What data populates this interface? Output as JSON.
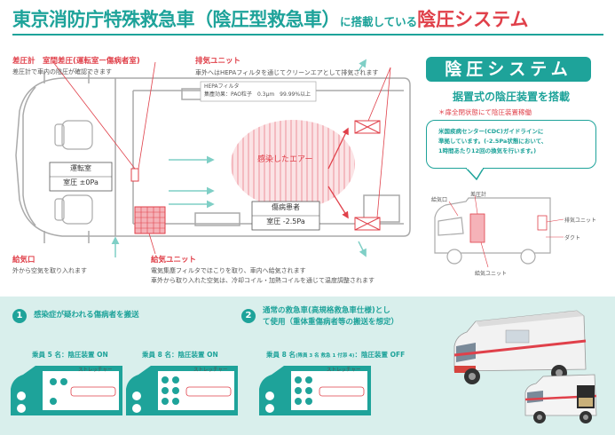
{
  "header": {
    "title_main": "東京消防庁特殊救急車（陰圧型救急車）",
    "title_connector": "に搭載している",
    "title_accent": "陰圧システム"
  },
  "colors": {
    "teal": "#1ea39a",
    "red": "#e0404a",
    "band": "#d9efec"
  },
  "main_diagram": {
    "label_pressure_diff": "差圧計　室間差圧(運転室ー傷病者室)",
    "desc_pressure_diff": "差圧計で車内の陰圧が確認できます",
    "label_exhaust": "排気ユニット",
    "desc_exhaust": "車外へはHEPAフィルタを通じてクリーンエアとして排気されます",
    "hepa_line1": "HEPAフィルタ",
    "hepa_line2": "集塵効果：PAO粒子　0.3μm　99.99%以上",
    "contaminated_air": "感染したエアー",
    "driver_room": "運転室",
    "driver_pressure": "室圧 ±0Pa",
    "patient_room": "傷病患者",
    "patient_pressure": "室圧 -2.5Pa",
    "label_intake": "給気口",
    "desc_intake": "外から空気を取り入れます",
    "label_supply": "給気ユニット",
    "desc_supply_1": "電気集塵フィルタでほこりを取り、車内へ給気されます",
    "desc_supply_2": "車外から取り入れた空気は、冷却コイル・加熱コイルを通じて温度調整されます"
  },
  "panel": {
    "title": "陰圧システム",
    "subtitle": "据置式の陰圧装置を搭載",
    "note": "＊扉全閉状態にて陰圧装置稼働",
    "bubble_line1": "米国疾病センター(CDC)ガイドラインに",
    "bubble_line2": "準拠しています。(-2.5Pa状態において、",
    "bubble_line3": "1時間あたり12回の換気を行います。)"
  },
  "side_diagram": {
    "intake": "給気口",
    "gauge": "差圧計",
    "exhaust": "排気ユニット",
    "duct": "ダクト",
    "supply": "給気ユニット"
  },
  "steps": [
    {
      "num": "1",
      "line1": "感染症が疑われる傷病者を搬送",
      "line2": ""
    },
    {
      "num": "2",
      "line1": "通常の救急車(高規格救急車仕様)とし",
      "line2": "て使用（重体重傷病者等の搬送を想定）"
    }
  ],
  "cases": [
    {
      "crew": "乗員 5 名：",
      "sub": "",
      "status": "陰圧装置 ON",
      "stretcher": "ストレッチャー"
    },
    {
      "crew": "乗員 8 名：",
      "sub": "",
      "status": "陰圧装置 ON",
      "stretcher": "ストレッチャー"
    },
    {
      "crew": "乗員 8 名",
      "sub": "(隊員 3 名 救急 1 付添 4)",
      "status": "：陰圧装置 OFF",
      "stretcher": "ストレッチャー"
    }
  ]
}
